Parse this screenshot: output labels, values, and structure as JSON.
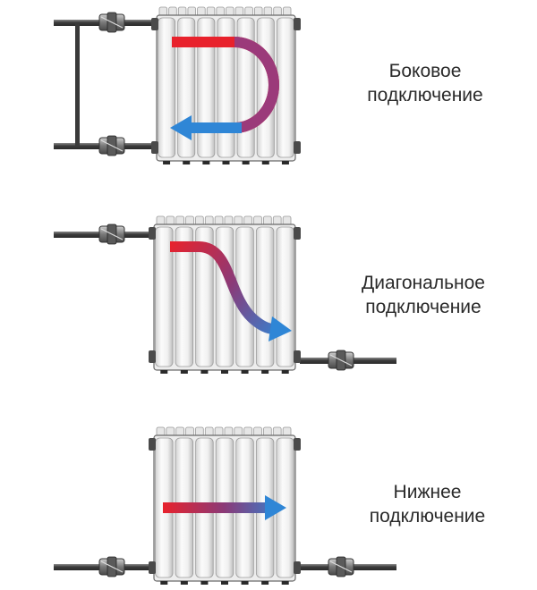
{
  "diagrams": {
    "side": {
      "line1": "Боковое",
      "line2": "подключение"
    },
    "diagonal": {
      "line1": "Диагональное",
      "line2": "подключение"
    },
    "bottom": {
      "line1": "Нижнее",
      "line2": "подключение"
    }
  },
  "colors": {
    "hot": "#e8222c",
    "cold": "#2f86d6",
    "pipe": "#4a4a4a",
    "radiator_light": "#f4f4f4",
    "radiator_shade": "#c9c9c9",
    "outline": "#3a3a3a"
  }
}
